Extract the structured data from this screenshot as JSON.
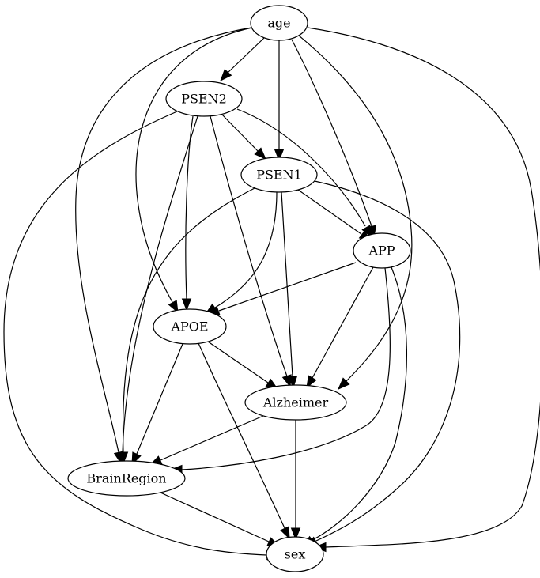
{
  "diagram": {
    "type": "directed-graph",
    "nodes": [
      {
        "id": "age",
        "label": "age"
      },
      {
        "id": "PSEN2",
        "label": "PSEN2"
      },
      {
        "id": "PSEN1",
        "label": "PSEN1"
      },
      {
        "id": "APP",
        "label": "APP"
      },
      {
        "id": "APOE",
        "label": "APOE"
      },
      {
        "id": "Alzheimer",
        "label": "Alzheimer"
      },
      {
        "id": "BrainRegion",
        "label": "BrainRegion"
      },
      {
        "id": "sex",
        "label": "sex"
      }
    ],
    "edges": [
      {
        "from": "age",
        "to": "PSEN2"
      },
      {
        "from": "age",
        "to": "PSEN1"
      },
      {
        "from": "age",
        "to": "APP"
      },
      {
        "from": "age",
        "to": "APOE"
      },
      {
        "from": "age",
        "to": "Alzheimer"
      },
      {
        "from": "age",
        "to": "BrainRegion"
      },
      {
        "from": "age",
        "to": "sex"
      },
      {
        "from": "PSEN2",
        "to": "PSEN1"
      },
      {
        "from": "PSEN2",
        "to": "APP"
      },
      {
        "from": "PSEN2",
        "to": "APOE"
      },
      {
        "from": "PSEN2",
        "to": "Alzheimer"
      },
      {
        "from": "PSEN2",
        "to": "BrainRegion"
      },
      {
        "from": "PSEN2",
        "to": "sex"
      },
      {
        "from": "PSEN1",
        "to": "APP"
      },
      {
        "from": "PSEN1",
        "to": "APOE"
      },
      {
        "from": "PSEN1",
        "to": "Alzheimer"
      },
      {
        "from": "PSEN1",
        "to": "BrainRegion"
      },
      {
        "from": "PSEN1",
        "to": "sex"
      },
      {
        "from": "APP",
        "to": "APOE"
      },
      {
        "from": "APP",
        "to": "Alzheimer"
      },
      {
        "from": "APP",
        "to": "BrainRegion"
      },
      {
        "from": "APP",
        "to": "sex"
      },
      {
        "from": "APOE",
        "to": "Alzheimer"
      },
      {
        "from": "APOE",
        "to": "BrainRegion"
      },
      {
        "from": "APOE",
        "to": "sex"
      },
      {
        "from": "Alzheimer",
        "to": "BrainRegion"
      },
      {
        "from": "Alzheimer",
        "to": "sex"
      },
      {
        "from": "BrainRegion",
        "to": "sex"
      }
    ]
  }
}
